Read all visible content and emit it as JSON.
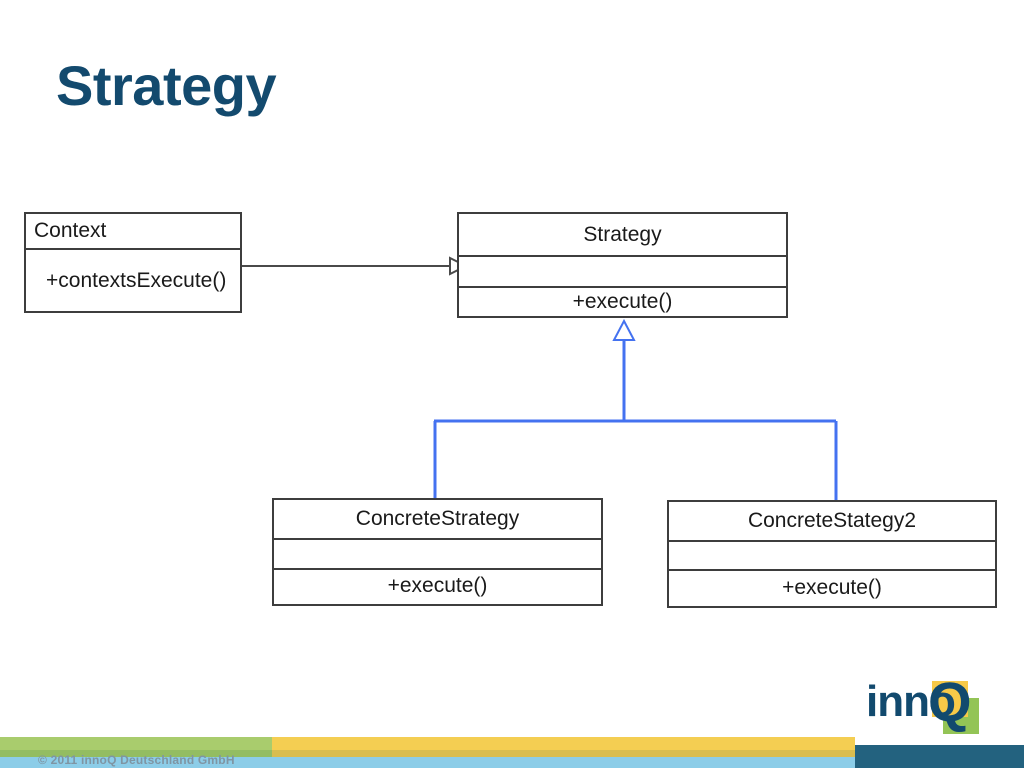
{
  "slide": {
    "title": "Strategy",
    "title_color": "#134a6e",
    "background": "#ffffff"
  },
  "diagram": {
    "type": "uml-class-diagram",
    "pattern": "Strategy",
    "classes": [
      {
        "id": "context",
        "name": "Context",
        "name_align": "left",
        "attributes": [],
        "operations": [
          "+contextsExecute()"
        ],
        "operations_align": "left",
        "compartments": 2
      },
      {
        "id": "strategy",
        "name": "Strategy",
        "name_align": "center",
        "attributes": [],
        "operations": [
          "+execute()"
        ],
        "operations_align": "center",
        "compartments": 3
      },
      {
        "id": "concrete-strategy",
        "name": "ConcreteStrategy",
        "name_align": "center",
        "attributes": [],
        "operations": [
          "+execute()"
        ],
        "operations_align": "center",
        "compartments": 3
      },
      {
        "id": "concrete-strategy-2",
        "name": "ConcreteStategy2",
        "name_align": "center",
        "attributes": [],
        "operations": [
          "+execute()"
        ],
        "operations_align": "center",
        "compartments": 3
      }
    ],
    "relationships": [
      {
        "id": "context-uses-strategy",
        "from": "Context",
        "to": "Strategy",
        "kind": "association-open-arrow",
        "color": "#4a4a4a"
      },
      {
        "id": "concrete-strategy-inherits",
        "from": "ConcreteStrategy",
        "to": "Strategy",
        "kind": "generalization",
        "color": "#4472f0"
      },
      {
        "id": "concrete-strategy-2-inherits",
        "from": "ConcreteStategy2",
        "to": "Strategy",
        "kind": "generalization",
        "color": "#4472f0"
      }
    ],
    "colors": {
      "box_border": "#3d3d3d",
      "box_fill": "#ffffff",
      "association_line": "#4a4a4a",
      "generalization_line": "#4472f0"
    }
  },
  "footer": {
    "copyright": "© 2011 innoQ Deutschland GmbH",
    "copyright_color": "#7f95a3",
    "bars": {
      "green": "#a9cc6d",
      "green_shade": "#93bd62",
      "yellow": "#f4ce52",
      "yellow_shade": "#d9bd4f",
      "light_blue": "#8ccde8",
      "dark_blue": "#23627f"
    }
  },
  "logo": {
    "text_primary": "inno",
    "text_accent": "Q",
    "navy": "#124a6e",
    "yellow": "#f7c948",
    "green": "#93c456"
  }
}
